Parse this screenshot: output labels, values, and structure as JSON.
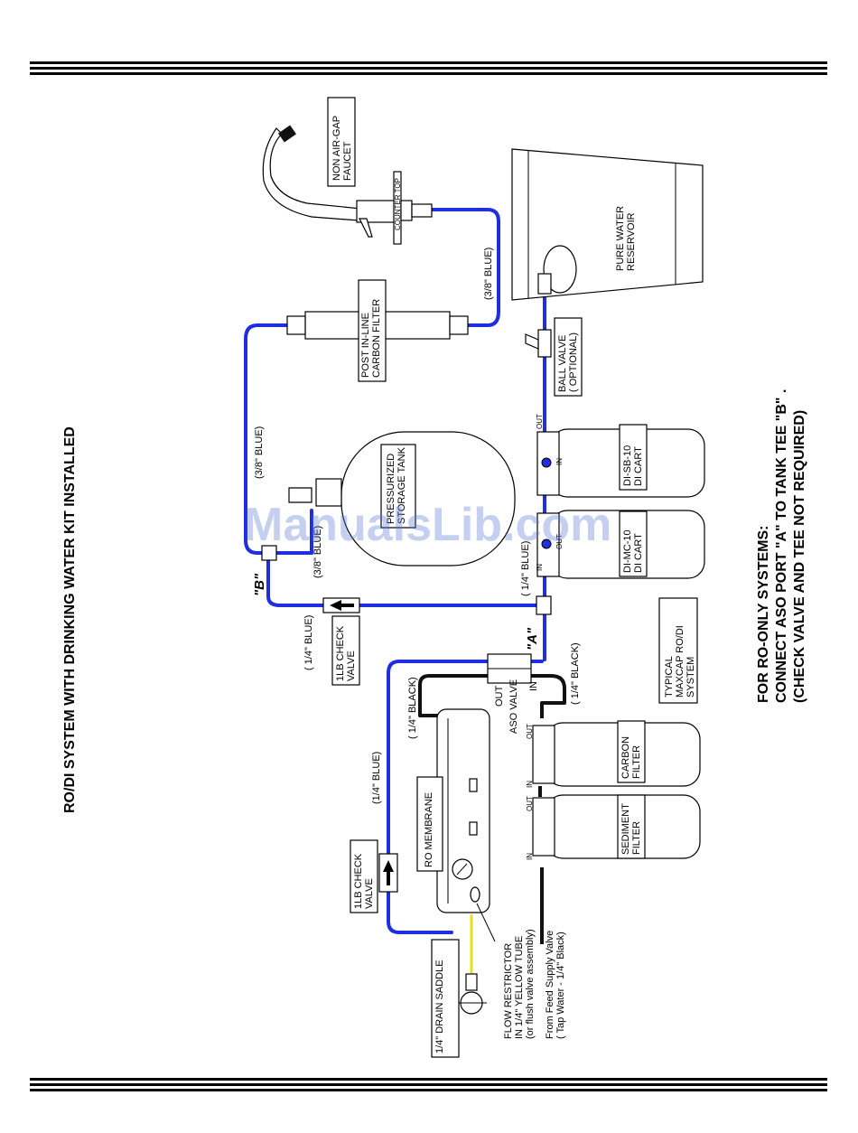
{
  "page_title": "RO/DI SYSTEM WITH DRINKING WATER KIT INSTALLED",
  "watermark": "ManualsLib.com",
  "colors": {
    "blue_tube": "#1f2ee0",
    "black_tube": "#111111",
    "yellow_tube": "#e9e21a"
  },
  "components": {
    "faucet": "NON AIR-GAP\nFAUCET",
    "countertop": "COUNTER TOP",
    "reservoir": "PURE WATER\nRESERVOIR",
    "post_filter": "POST IN-LINE\nCARBON FILTER",
    "storage_tank": "PRESSURIZED\nSTORAGE TANK",
    "ball_valve": "BALL VALVE\n( OPTIONAL)",
    "di_sb": "DI-SB-10\nDI CART",
    "di_mc": "DI-MC-10\nDI CART",
    "check_valve_upper": "1LB CHECK\nVALVE",
    "check_valve_lower": "1LB CHECK\nVALVE",
    "system_label": "TYPICAL\nMAXCAP RO/DI\nSYSTEM",
    "aso_valve": "ASO VALVE",
    "ro_membrane": "RO MEMBRANE",
    "carbon_filter": "CARBON\nFILTER",
    "sediment_filter": "SEDIMENT\nFILTER",
    "drain_saddle": "1/4\" DRAIN SADDLE",
    "flow_restrictor": "FLOW RESTRICTOR\nIN 1/4\" YELLOW TUBE\n(or flush valve assembly)",
    "feed_supply": "From Feed Supply Valve\n( Tap Water - 1/4\" Black)"
  },
  "tubing": {
    "blue_38_a": "(3/8\" BLUE)",
    "blue_38_b": "(3/8\" BLUE)",
    "blue_38_c": "(3/8\" BLUE)",
    "blue_14_a": "( 1/4\" BLUE)",
    "blue_14_b": "( 1/4\" BLUE)",
    "blue_14_c": "(1/4\" BLUE)",
    "black_14_a": "( 1/4\" BLACK)",
    "black_14_b": "( 1/4\" BLACK)"
  },
  "ports": {
    "tee_a": "\"A\"",
    "tee_b": "\"B\"",
    "in": "IN",
    "out": "OUT"
  },
  "note": {
    "line1": "FOR RO-ONLY SYSTEMS:",
    "line2": "CONNECT ASO PORT  \"A\"  TO TANK TEE \"B\" .",
    "line3": "(CHECK VALVE AND TEE NOT REQUIRED)"
  }
}
